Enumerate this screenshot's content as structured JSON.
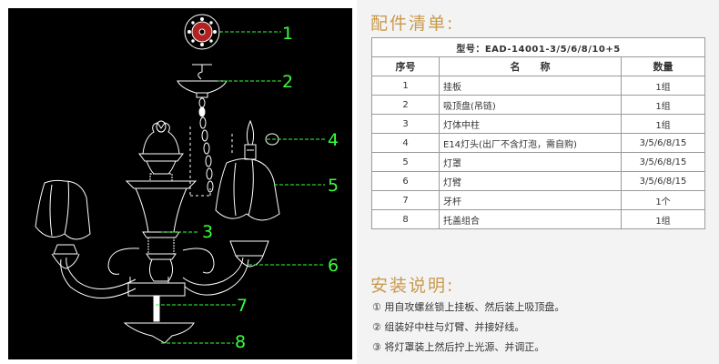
{
  "callouts": [
    "1",
    "2",
    "3",
    "4",
    "5",
    "6",
    "7",
    "8"
  ],
  "parts_section_title": "配件清单:",
  "install_section_title": "安装说明:",
  "parts_table": {
    "model": "型号：EAD-14001-3/5/6/8/10+5",
    "headers": {
      "no": "序号",
      "name": "名　　称",
      "qty": "数量"
    },
    "rows": [
      {
        "no": "1",
        "name": "挂板",
        "qty": "1组"
      },
      {
        "no": "2",
        "name": "吸顶盘(吊链)",
        "qty": "1组"
      },
      {
        "no": "3",
        "name": "灯体中柱",
        "qty": "1组"
      },
      {
        "no": "4",
        "name": "E14灯头(出厂不含灯泡，需自购)",
        "qty": "3/5/6/8/15"
      },
      {
        "no": "5",
        "name": "灯罩",
        "qty": "3/5/6/8/15"
      },
      {
        "no": "6",
        "name": "灯臂",
        "qty": "3/5/6/8/15"
      },
      {
        "no": "7",
        "name": "牙杆",
        "qty": "1个"
      },
      {
        "no": "8",
        "name": "托盖组合",
        "qty": "1组"
      }
    ]
  },
  "install_steps": [
    "① 用自攻螺丝锁上挂板、然后装上吸顶盘。",
    "② 组装好中柱与灯臂、并接好线。",
    "③ 将灯罩装上然后拧上光源、并调正。"
  ],
  "colors": {
    "callout": "#39ff3a",
    "section_title": "#c99a4f",
    "drawing_bg": "#000000",
    "table_border": "#9a9a9a"
  }
}
